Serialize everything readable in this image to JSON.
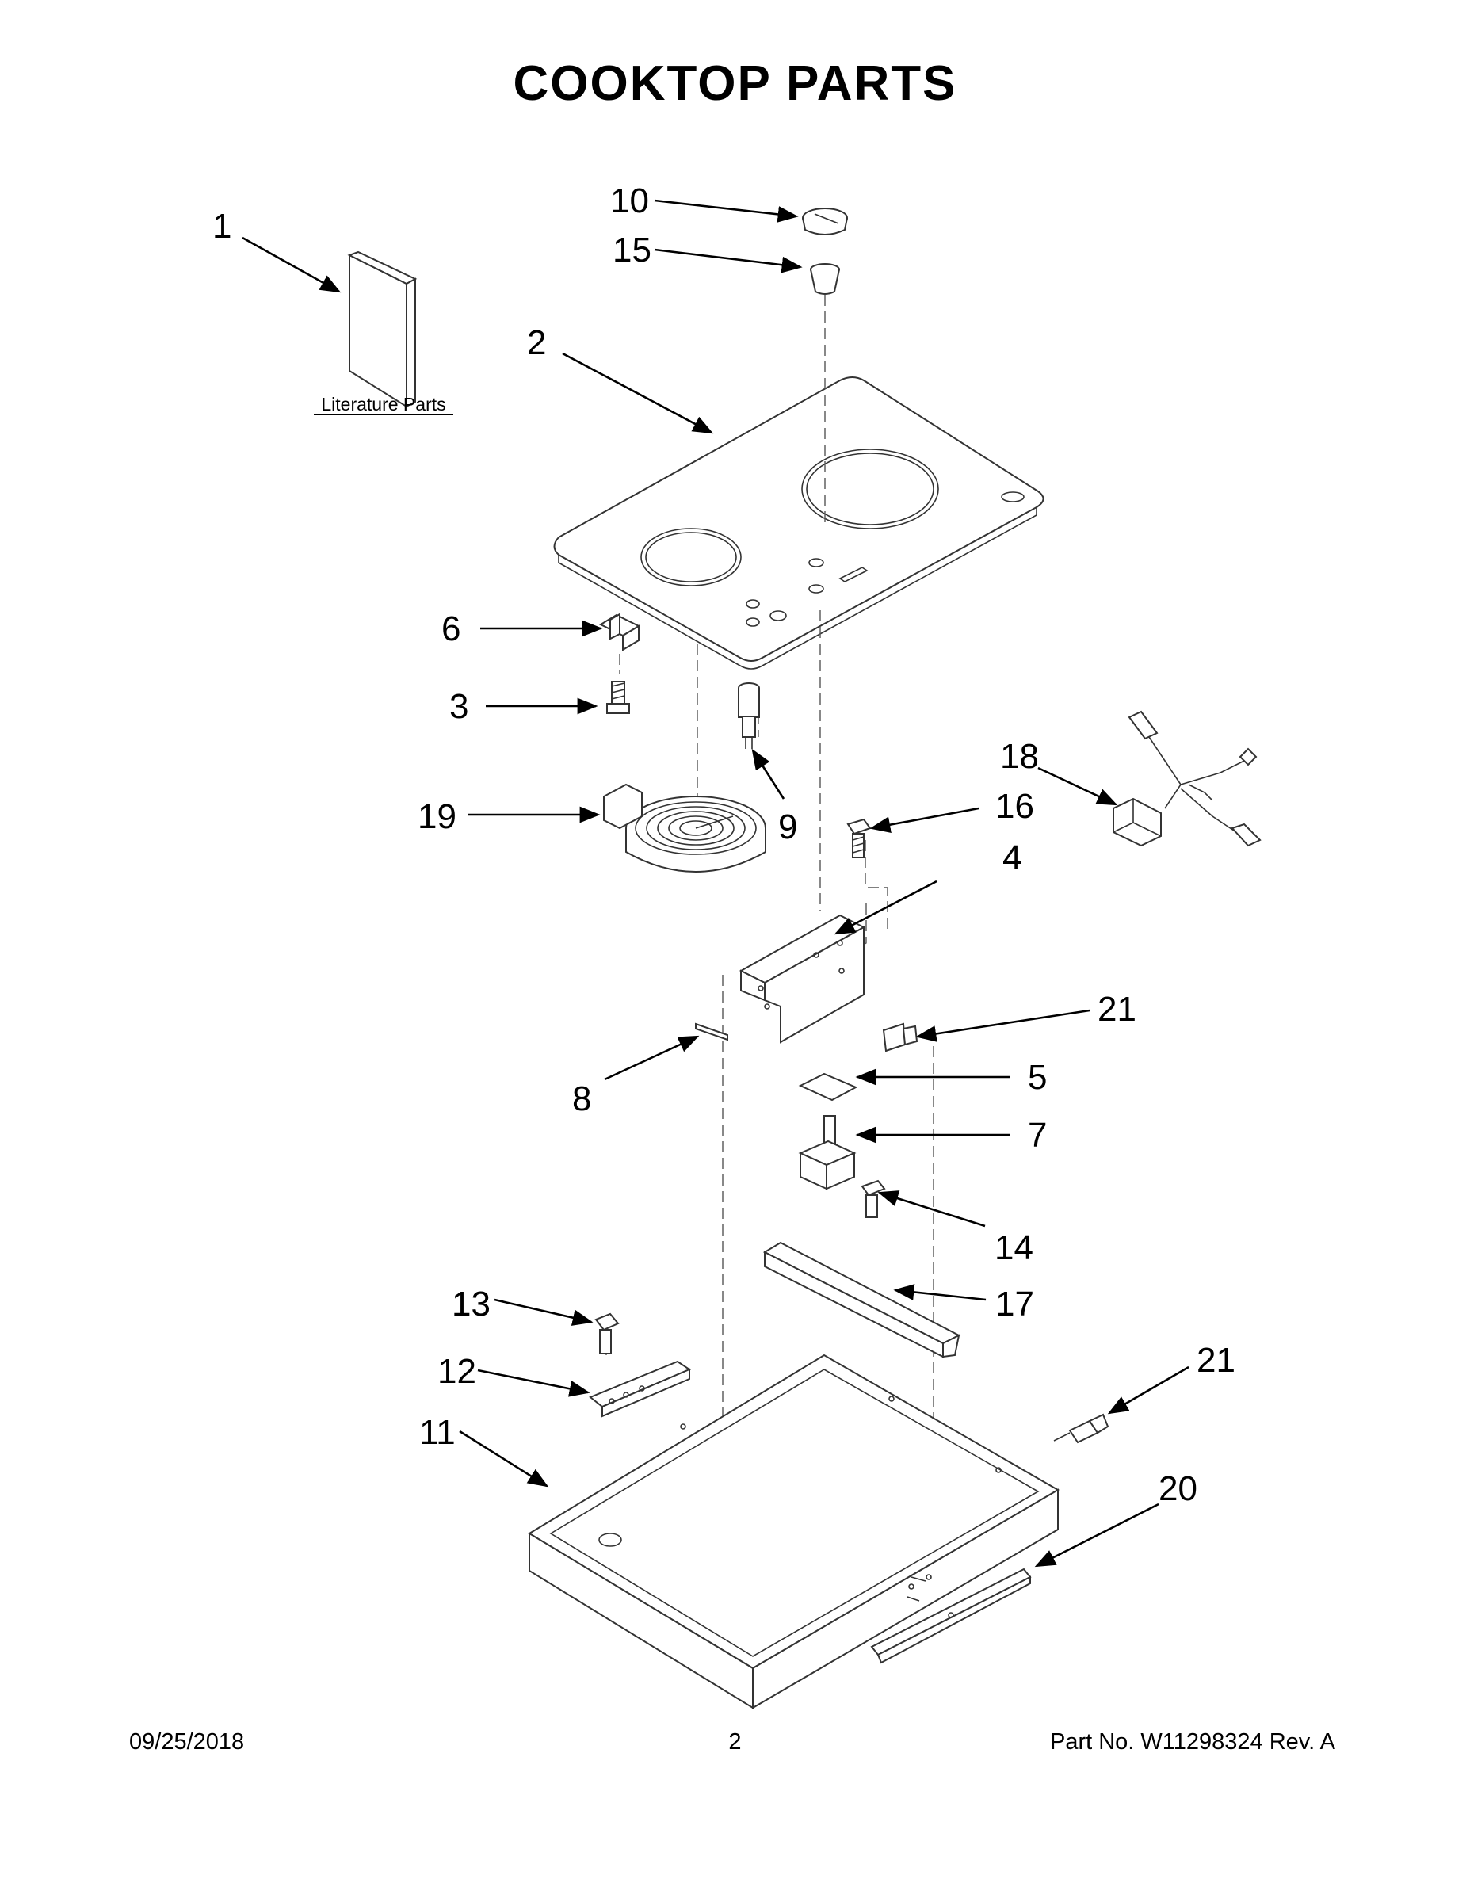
{
  "page": {
    "title": "COOKTOP PARTS",
    "literature_label": "Literature Parts",
    "footer": {
      "date": "09/25/2018",
      "page_number": "2",
      "part_info": "Part No.  W11298324  Rev.  A"
    }
  },
  "callouts": {
    "c1": "1",
    "c2": "2",
    "c3": "3",
    "c4": "4",
    "c5": "5",
    "c6": "6",
    "c7": "7",
    "c8": "8",
    "c9": "9",
    "c10": "10",
    "c11": "11",
    "c12": "12",
    "c13": "13",
    "c14": "14",
    "c15": "15",
    "c16": "16",
    "c17": "17",
    "c18": "18",
    "c19": "19",
    "c20": "20",
    "c21a": "21",
    "c21b": "21"
  }
}
